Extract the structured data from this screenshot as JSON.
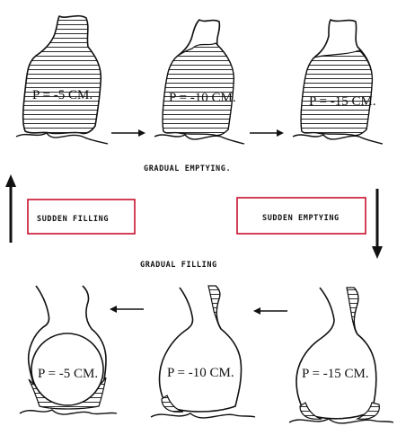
{
  "stages_top": [
    {
      "pressure_label": "P = -5 CM."
    },
    {
      "pressure_label": "P = -10 CM."
    },
    {
      "pressure_label": "P = -15 CM."
    }
  ],
  "stages_bottom": [
    {
      "pressure_label": "P = -5 CM."
    },
    {
      "pressure_label": "P = -10 CM."
    },
    {
      "pressure_label": "P = -15 CM."
    }
  ],
  "labels": {
    "gradual_emptying": "GRADUAL EMPTYING.",
    "gradual_filling": "GRADUAL FILLING",
    "sudden_filling": "SUDDEN FILLING",
    "sudden_emptying": "SUDDEN EMPTYING"
  },
  "colors": {
    "box_border": "#c8102e",
    "ink": "#111111"
  }
}
